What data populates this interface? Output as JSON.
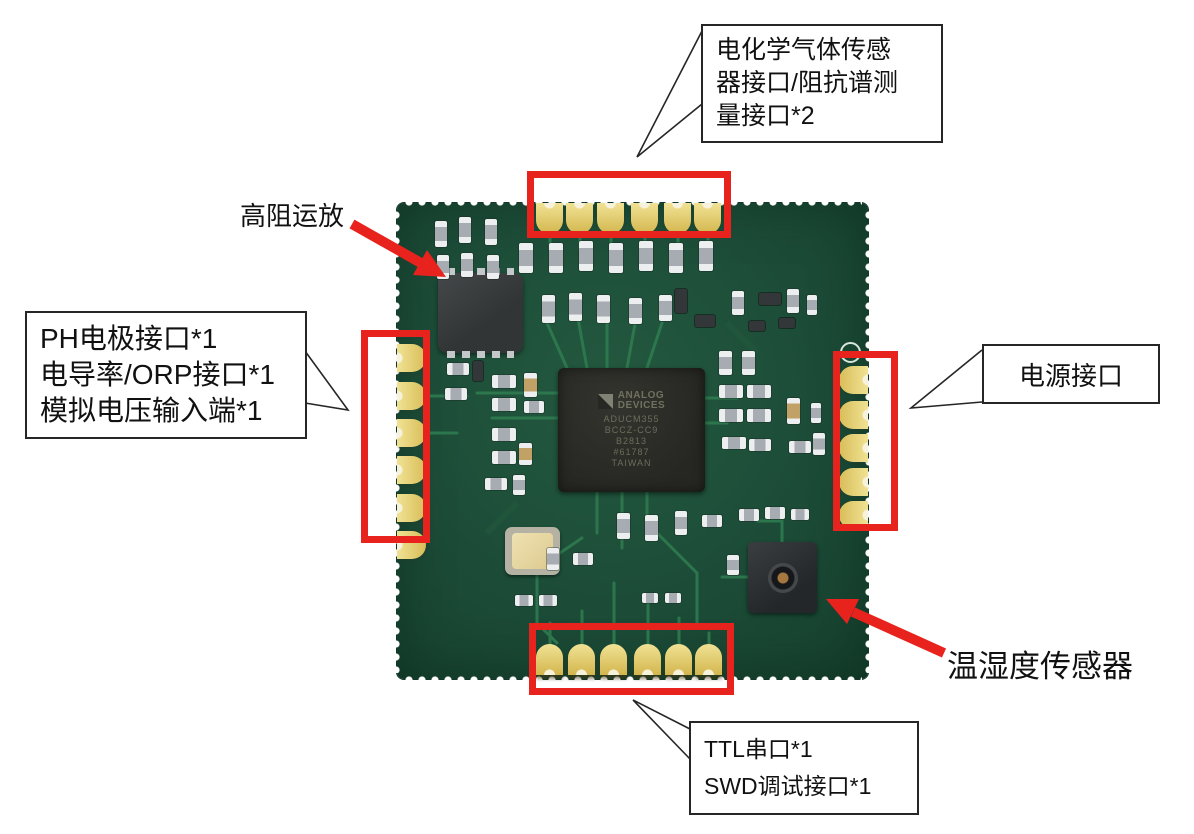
{
  "figure": {
    "description": "annotated PCB module photo"
  },
  "callouts": {
    "gas_sensor": {
      "lines": [
        "电化学气体传感",
        "器接口/阻抗谱测",
        "量接口*2"
      ]
    },
    "analog_inputs": {
      "lines": [
        "PH电极接口*1",
        "电导率/ORP接口*1",
        "模拟电压输入端*1"
      ]
    },
    "power": {
      "lines": [
        "电源接口"
      ]
    },
    "debug": {
      "lines": [
        "TTL串口*1",
        "SWD调试接口*1"
      ]
    }
  },
  "labels": {
    "opamp": "高阻运放",
    "temp_sensor": "温湿度传感器"
  },
  "chip_markings": {
    "brand": [
      "ANALOG",
      "DEVICES"
    ],
    "lines": [
      "ADUCM355",
      "BCCZ-CC9",
      "B2813",
      "#61787",
      "TAIWAN"
    ]
  },
  "colors": {
    "highlight_red": "#e8231d",
    "board_green": "#1c4c38",
    "pad_gold": "#e3cc6d",
    "callout_border": "#262626"
  }
}
